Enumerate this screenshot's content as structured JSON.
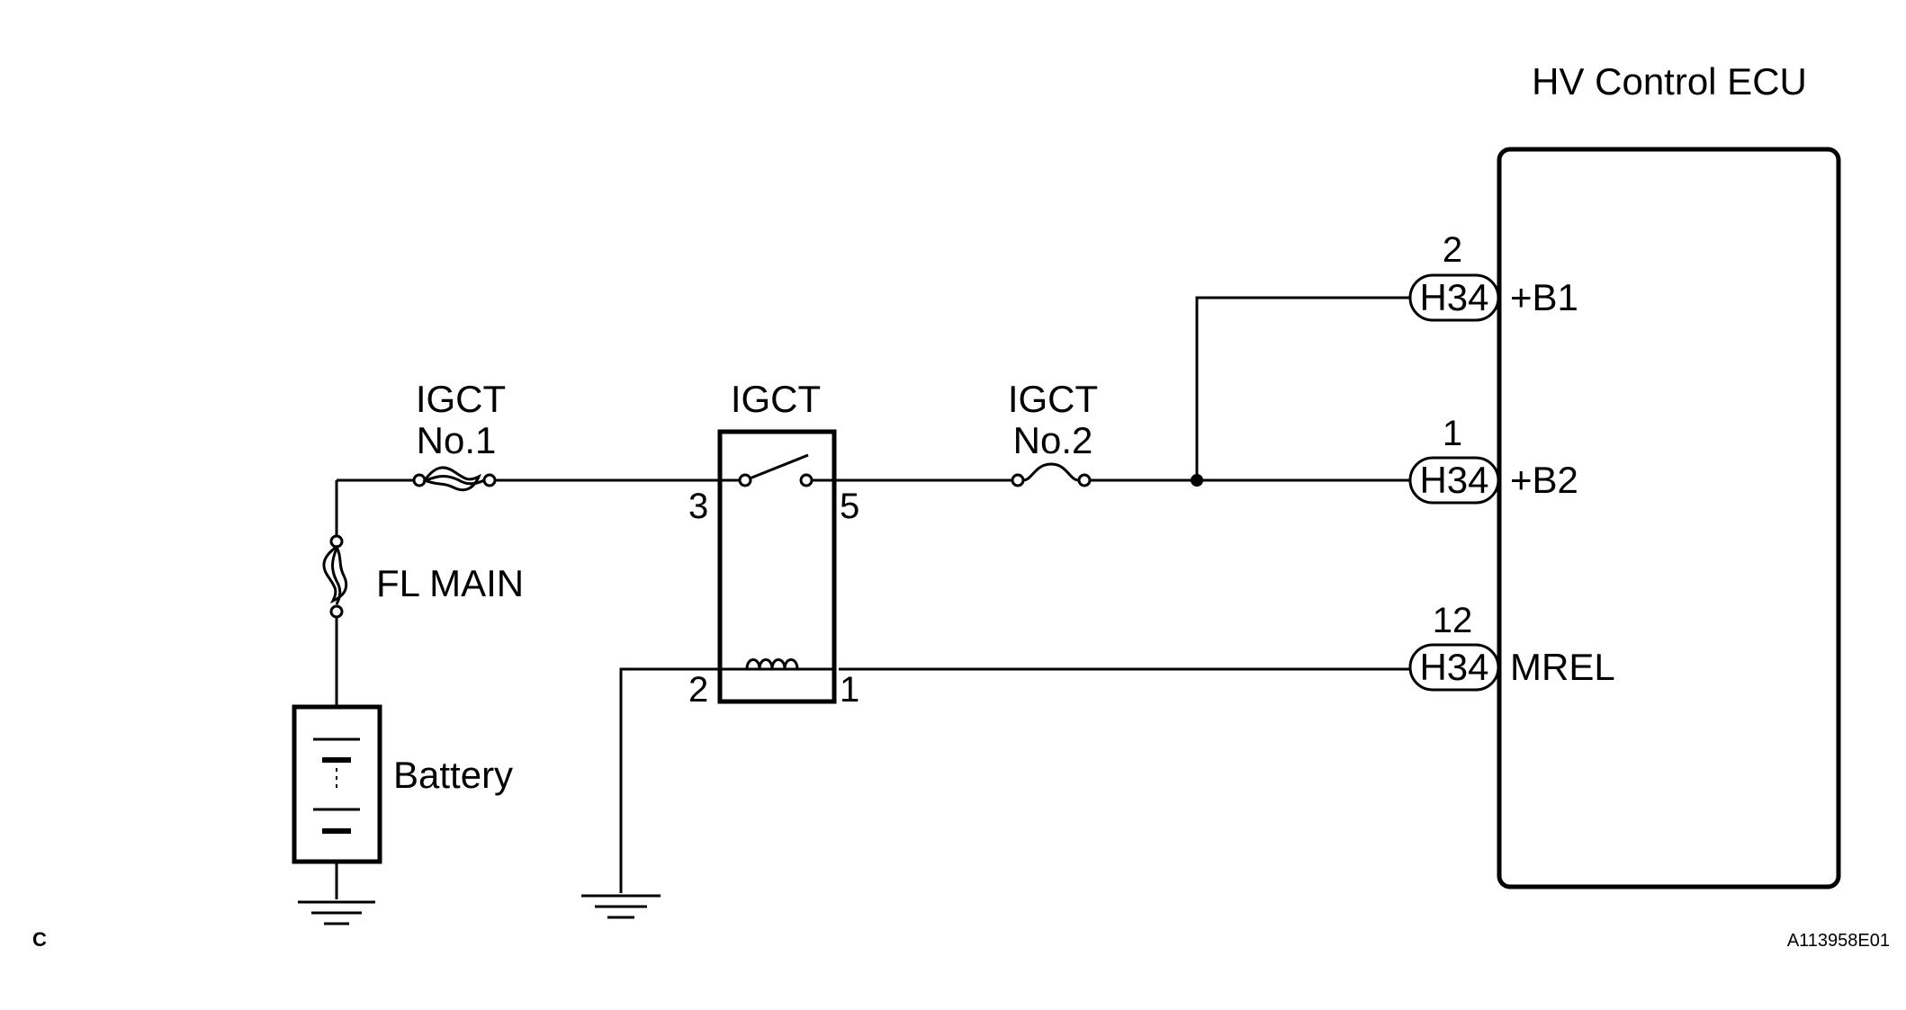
{
  "ecu": {
    "title": "HV Control ECU",
    "pins": [
      {
        "number": "2",
        "connector": "H34",
        "signal": "+B1"
      },
      {
        "number": "1",
        "connector": "H34",
        "signal": "+B2"
      },
      {
        "number": "12",
        "connector": "H34",
        "signal": "MREL"
      }
    ]
  },
  "fuses": {
    "igct_no1": {
      "line1": "IGCT",
      "line2": "No.1"
    },
    "igct_no2": {
      "line1": "IGCT",
      "line2": "No.2"
    },
    "fl_main": "FL MAIN"
  },
  "relay": {
    "name": "IGCT",
    "terminals": {
      "t3": "3",
      "t5": "5",
      "t2": "2",
      "t1": "1"
    }
  },
  "battery": "Battery",
  "corner_label": "C",
  "figure_id": "A113958E01"
}
